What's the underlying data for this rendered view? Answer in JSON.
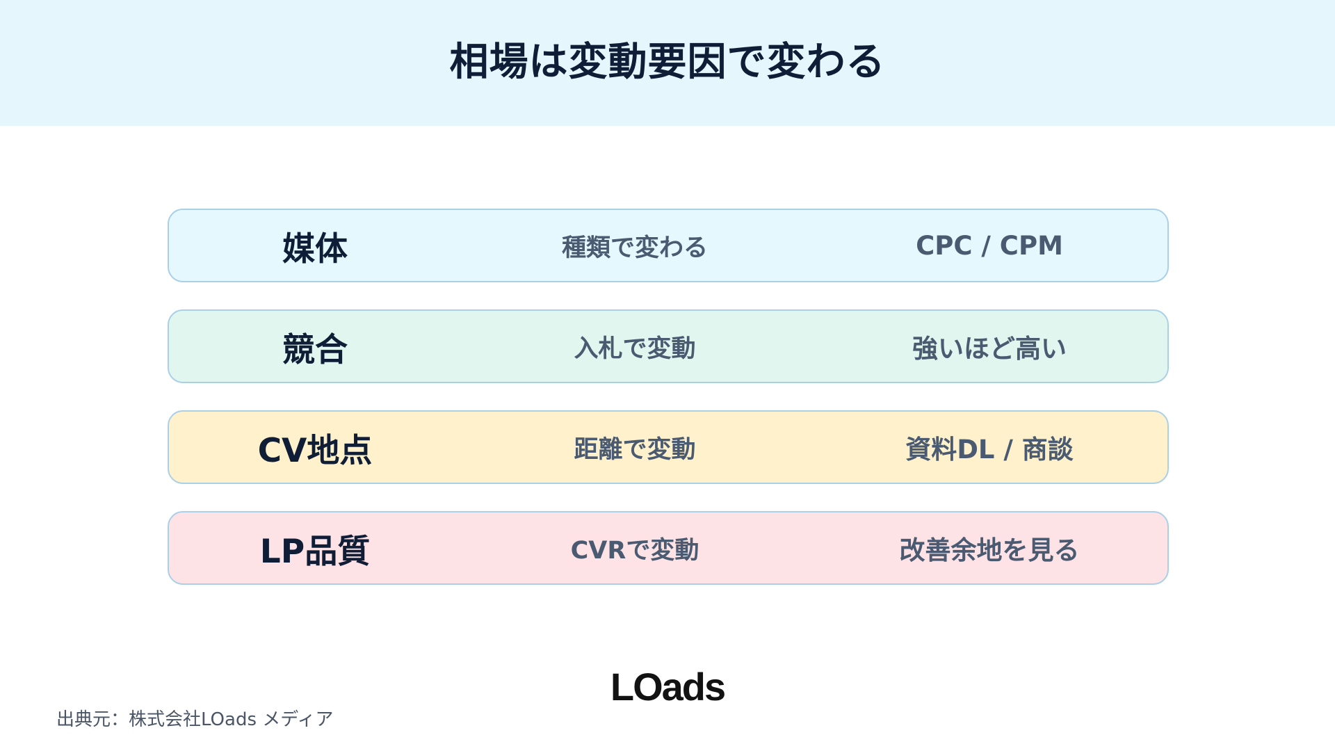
{
  "title": "相場は変動要因で変わる",
  "rows": [
    {
      "factor": "媒体",
      "effect": "種類で変わる",
      "metric": "CPC / CPM",
      "color": "#e5f8fd"
    },
    {
      "factor": "競合",
      "effect": "入札で変動",
      "metric": "強いほど高い",
      "color": "#e1f6ef"
    },
    {
      "factor": "CV地点",
      "effect": "距離で変動",
      "metric": "資料DL / 商談",
      "color": "#fef1cc"
    },
    {
      "factor": "LP品質",
      "effect": "CVRで変動",
      "metric": "改善余地を見る",
      "color": "#fde2e6"
    }
  ],
  "logo": "LOads",
  "source": "出典元：株式会社LOads メディア",
  "colors": {
    "header_bg": "#e6f6fd",
    "border": "#a9cfe9",
    "title_text": "#0f1e36",
    "sub_text": "#4a5a70"
  }
}
